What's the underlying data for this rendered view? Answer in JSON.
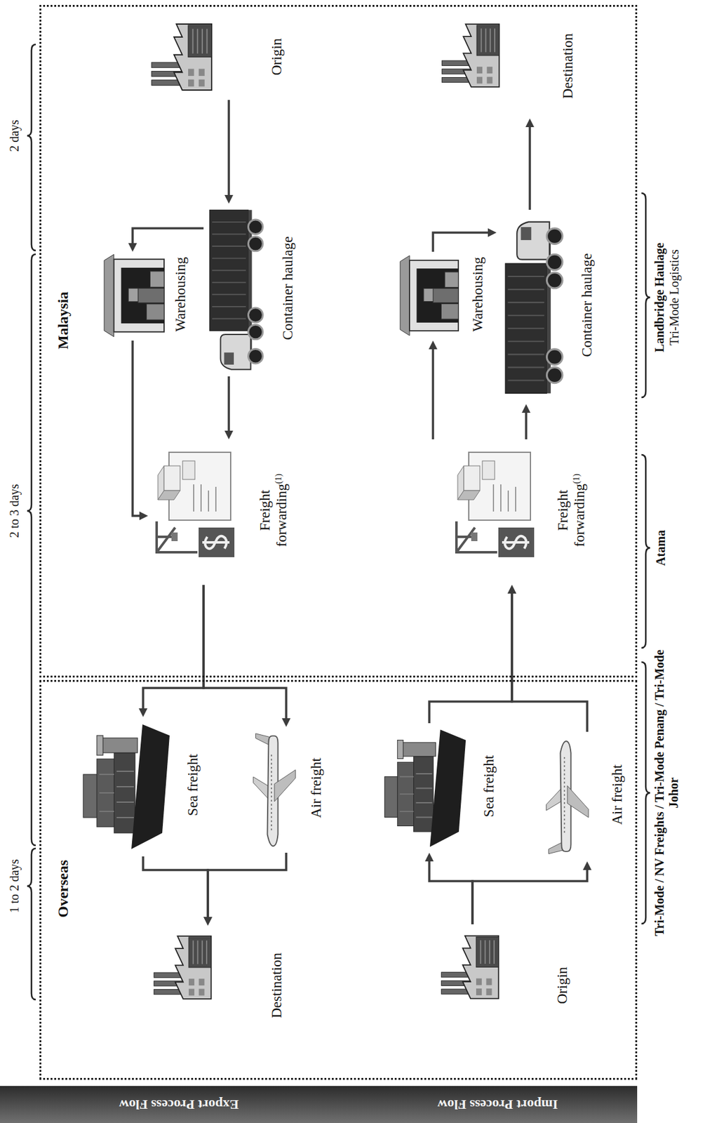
{
  "diagram": {
    "nodes": [
      {
        "text": [
          "Export Process Flow"
        ]
      },
      {
        "text": [
          "Import Process Flow"
        ]
      },
      {
        "text": [
          "Overseas"
        ]
      },
      {
        "text": [
          "Malaysia"
        ]
      },
      {
        "text": [
          "Destination"
        ],
        "in": 2
      },
      {
        "text": [
          "Sea freight"
        ],
        "in": 2
      },
      {
        "text": [
          "Air freight"
        ],
        "in": 2
      },
      {
        "text": [
          "Origin"
        ],
        "in": 2
      },
      {
        "text": [
          "Sea freight"
        ],
        "in": 2
      },
      {
        "text": [
          "Air freight"
        ],
        "in": 2
      },
      {
        "text": [
          "Freight forwarding",
          "(1)"
        ],
        "in": 3
      },
      {
        "text": [
          "Warehousing"
        ],
        "in": 3
      },
      {
        "text": [
          "Container haulage"
        ],
        "in": 3
      },
      {
        "text": [
          "Origin"
        ],
        "in": 3
      },
      {
        "text": [
          "Freight forwarding",
          "(1)"
        ],
        "in": 3
      },
      {
        "text": [
          "Warehousing"
        ],
        "in": 3
      },
      {
        "text": [
          "Container haulage"
        ],
        "in": 3
      },
      {
        "text": [
          "Destination"
        ],
        "in": 3
      }
    ],
    "edges": [
      {
        "from": 13,
        "to": 12,
        "arrow": "to"
      },
      {
        "from": 12,
        "to": 11,
        "arrow": "to"
      },
      {
        "from": 12,
        "to": 10,
        "arrow": "to"
      },
      {
        "from": 11,
        "to": 10,
        "arrow": "to"
      },
      {
        "from": 10,
        "to": 5,
        "arrow": "to"
      },
      {
        "from": 10,
        "to": 6,
        "arrow": "to"
      },
      {
        "from": 5,
        "to": 4,
        "arrow": "to"
      },
      {
        "from": 6,
        "to": 4,
        "arrow": "to"
      },
      {
        "from": 7,
        "to": 8,
        "arrow": "to"
      },
      {
        "from": 7,
        "to": 9,
        "arrow": "to"
      },
      {
        "from": 8,
        "to": 14,
        "arrow": "to"
      },
      {
        "from": 9,
        "to": 14,
        "arrow": "to"
      },
      {
        "from": 14,
        "to": 15,
        "arrow": "to"
      },
      {
        "from": 14,
        "to": 16,
        "arrow": "to"
      },
      {
        "from": 15,
        "to": 16,
        "arrow": "to"
      },
      {
        "from": 16,
        "to": 17,
        "arrow": "to"
      }
    ],
    "labels": [
      "1 to 2 days",
      "2 to 3 days",
      "2 days",
      "Tri-Mode / NV Freights / Tri-Mode Penang / Tri-Mode Johor",
      "Atama",
      "Landbridge Haulage",
      "Tri-Mode Logistics"
    ]
  }
}
